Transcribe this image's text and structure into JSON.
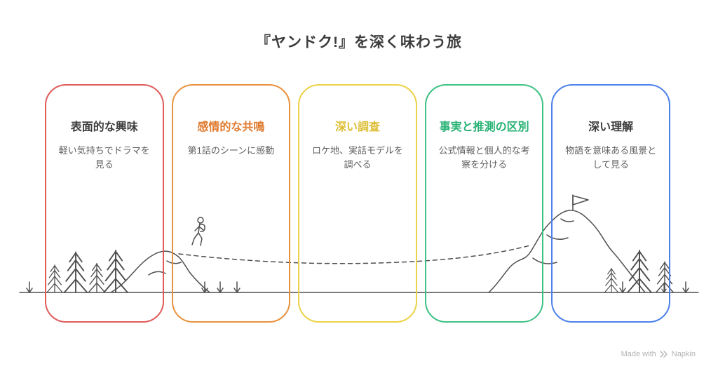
{
  "title": "『ヤンドク!』を深く味わう旅",
  "cards": [
    {
      "title": "表面的な興味",
      "desc": "軽い気持ちでドラマを見る",
      "border_color": "#e05c5c",
      "title_color": "#3d3d3d"
    },
    {
      "title": "感情的な共鳴",
      "desc": "第1話のシーンに感動",
      "border_color": "#e8923e",
      "title_color": "#e07b2f"
    },
    {
      "title": "深い調査",
      "desc": "ロケ地、実話モデルを調べる",
      "border_color": "#ecd24a",
      "title_color": "#ddbe35"
    },
    {
      "title": "事実と推測の区別",
      "desc": "公式情報と個人的な考察を分ける",
      "border_color": "#3ec185",
      "title_color": "#26b173"
    },
    {
      "title": "深い理解",
      "desc": "物語を意味ある風景として見る",
      "border_color": "#4d82ea",
      "title_color": "#3d3d3d"
    }
  ],
  "footer": {
    "made_with": "Made with",
    "brand": "Napkin"
  },
  "illustration": {
    "stroke_color": "#4f4f4f",
    "elements": [
      "pine-tree-icon",
      "sprout-icon",
      "hill-icon",
      "hiker-icon",
      "dashed-trail",
      "mountain-icon",
      "summit-flag-icon",
      "ground-line"
    ]
  }
}
